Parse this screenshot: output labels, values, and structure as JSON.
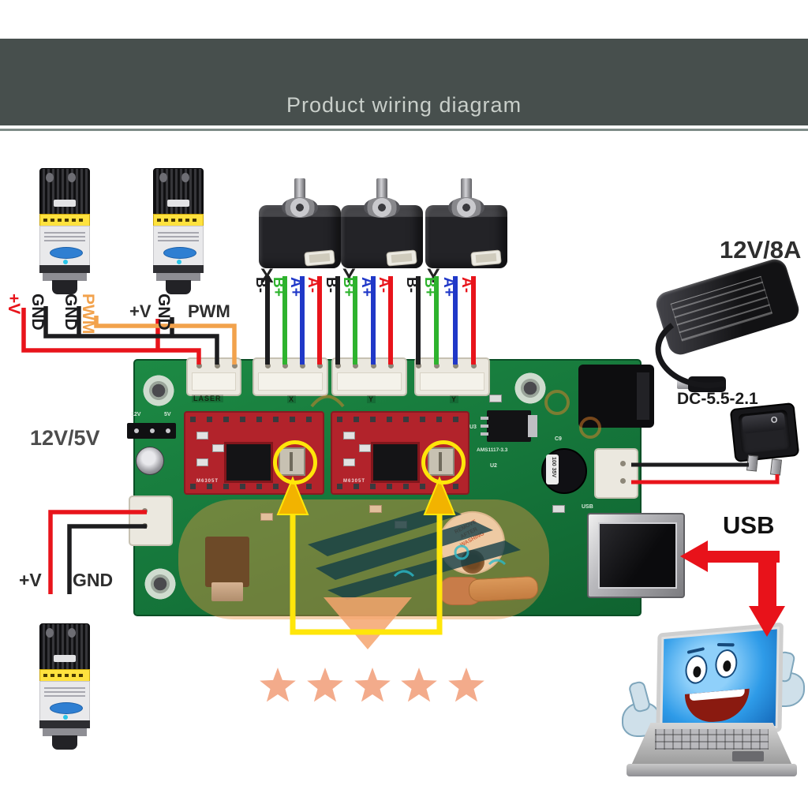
{
  "header": {
    "title": "Product wiring diagram"
  },
  "wiring": {
    "l1": [
      "+V",
      "GND",
      "GND",
      "PWM"
    ],
    "l2": [
      "+V",
      "GND",
      "PWM"
    ],
    "laser_power": {
      "pv": "+V",
      "gnd": "GND"
    }
  },
  "motors": {
    "labels": [
      "X",
      "Y",
      "Y"
    ],
    "pins": [
      "B-",
      "B+",
      "A+",
      "A-"
    ]
  },
  "psu": {
    "rating": "12V/8A",
    "plug": "DC-5.5-2.1",
    "board_supply": "12V/5V"
  },
  "usb": {
    "label": "USB"
  },
  "switch": {
    "mark": "O"
  },
  "board": {
    "silk": {
      "laser": "LASER",
      "x": "X",
      "y1": "Y",
      "y2": "Y",
      "usb": "USB",
      "v12": "12V",
      "v5": "5V",
      "c9": "C9",
      "u2": "U2",
      "u3": "U3",
      "reg": "AMS1117-3.3",
      "cap": "100 35V",
      "driver": "M6305T"
    },
    "buzzer": [
      "REMOVE",
      "AFTER",
      "WASHING"
    ]
  },
  "colors": {
    "red": "#e8141b",
    "black": "#1d1d1f",
    "green": "#2eb32e",
    "blue": "#2038c8",
    "orange": "#f2a24c",
    "cable": "#17171a",
    "highlight": "#ffe60a",
    "arrow_yellow": "#f2b300",
    "arrow_red": "#e8121a",
    "star": "#f3ab8b"
  }
}
